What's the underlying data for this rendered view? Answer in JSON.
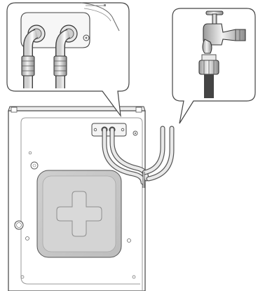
{
  "figure": {
    "description": "",
    "panels": [
      {
        "name": "hose-connection-closeup"
      },
      {
        "name": "faucet-closeup"
      },
      {
        "name": "washer-back-view"
      }
    ]
  }
}
